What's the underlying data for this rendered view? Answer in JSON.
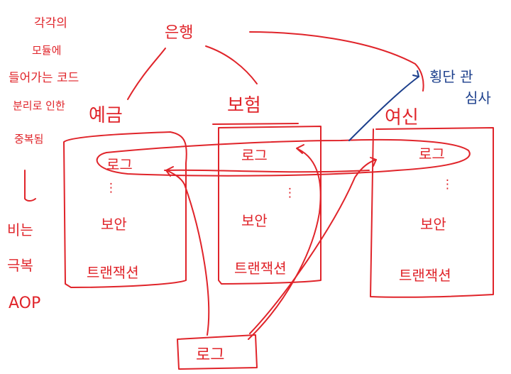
{
  "colors": {
    "ink_red": "#e0242a",
    "ink_blue": "#1c3f8c",
    "background": "#ffffff"
  },
  "top_label": "은행",
  "categories": [
    "예금",
    "보험",
    "여신"
  ],
  "box_items": {
    "log": "로그",
    "dots": "⋮",
    "security": "보안",
    "transaction": "트랜잭션"
  },
  "bottom_box": "로그",
  "cross_check": {
    "line1": "횡단 관",
    "line2": "심사"
  },
  "left_notes": {
    "line1": "각각의",
    "line2": "모듈에",
    "line3": "들어가는 코드",
    "line4": "분리로 인한",
    "line5": "중복됨",
    "line6": "비는",
    "line7": "극복",
    "line8": "AOP"
  }
}
